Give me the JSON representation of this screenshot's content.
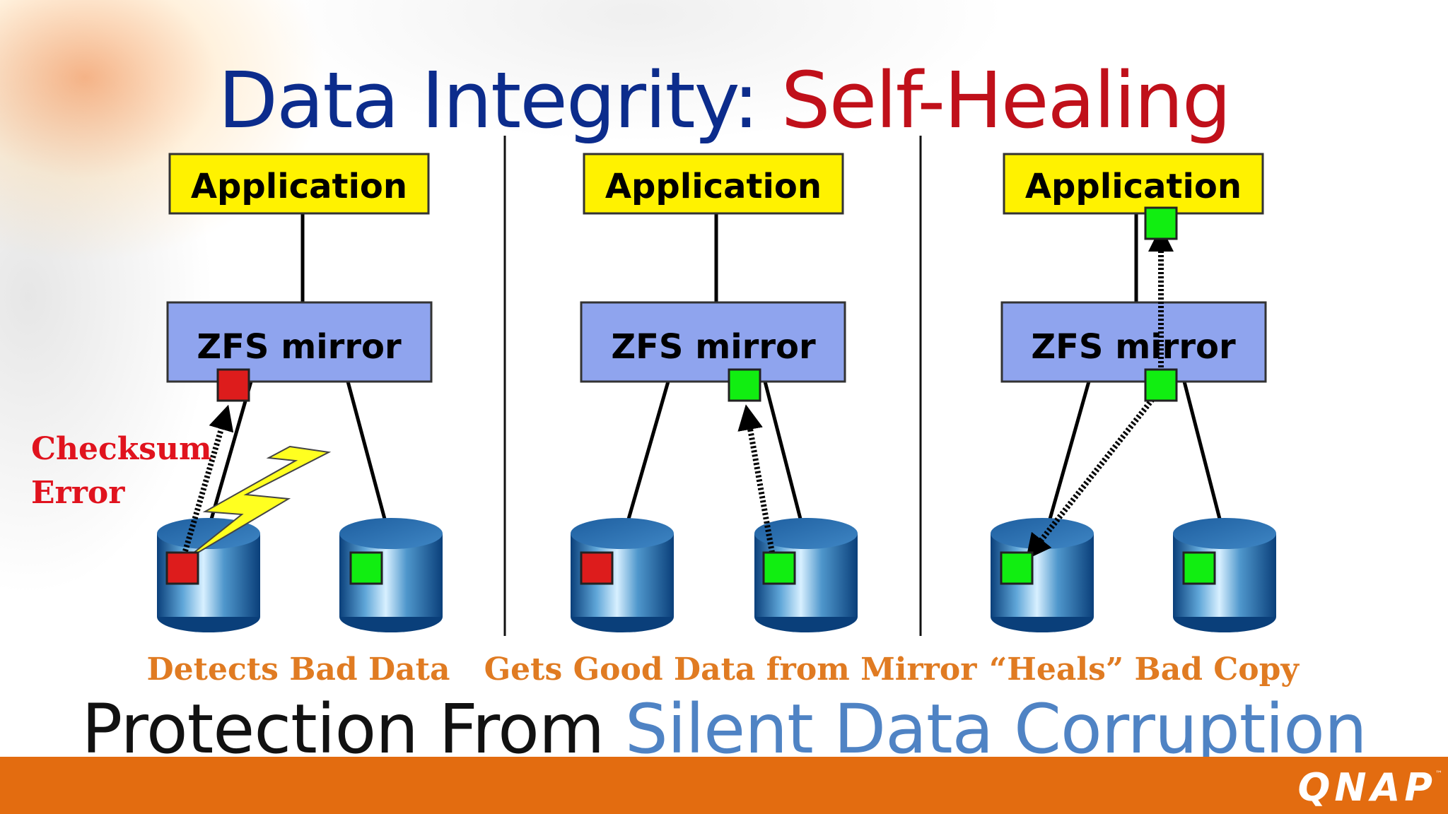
{
  "title": {
    "part1": "Data Integrity: ",
    "part2": "Self-Healing"
  },
  "subtitle": {
    "part1": "Protection From ",
    "part2": "Silent Data Corruption"
  },
  "logo": {
    "text": "QNAP",
    "tm": "™"
  },
  "panels": [
    {
      "app_label": "Application",
      "mirror_label": "ZFS mirror",
      "caption": "Detects Bad Data"
    },
    {
      "app_label": "Application",
      "mirror_label": "ZFS mirror",
      "caption": "Gets Good Data from Mirror"
    },
    {
      "app_label": "Application",
      "mirror_label": "ZFS mirror",
      "caption": "“Heals” Bad Copy"
    }
  ],
  "error_label": {
    "line1": "Checksum",
    "line2": "Error"
  },
  "colors": {
    "title_blue": "#0c2c8c",
    "title_red": "#c0101a",
    "subtitle_blue": "#4f83c4",
    "app_box": "#fff200",
    "mirror_box": "#8fa4ee",
    "good_block": "#11ee11",
    "bad_block": "#dd1c1c",
    "caption_orange": "#e07b22",
    "footer": "#e36c10"
  }
}
